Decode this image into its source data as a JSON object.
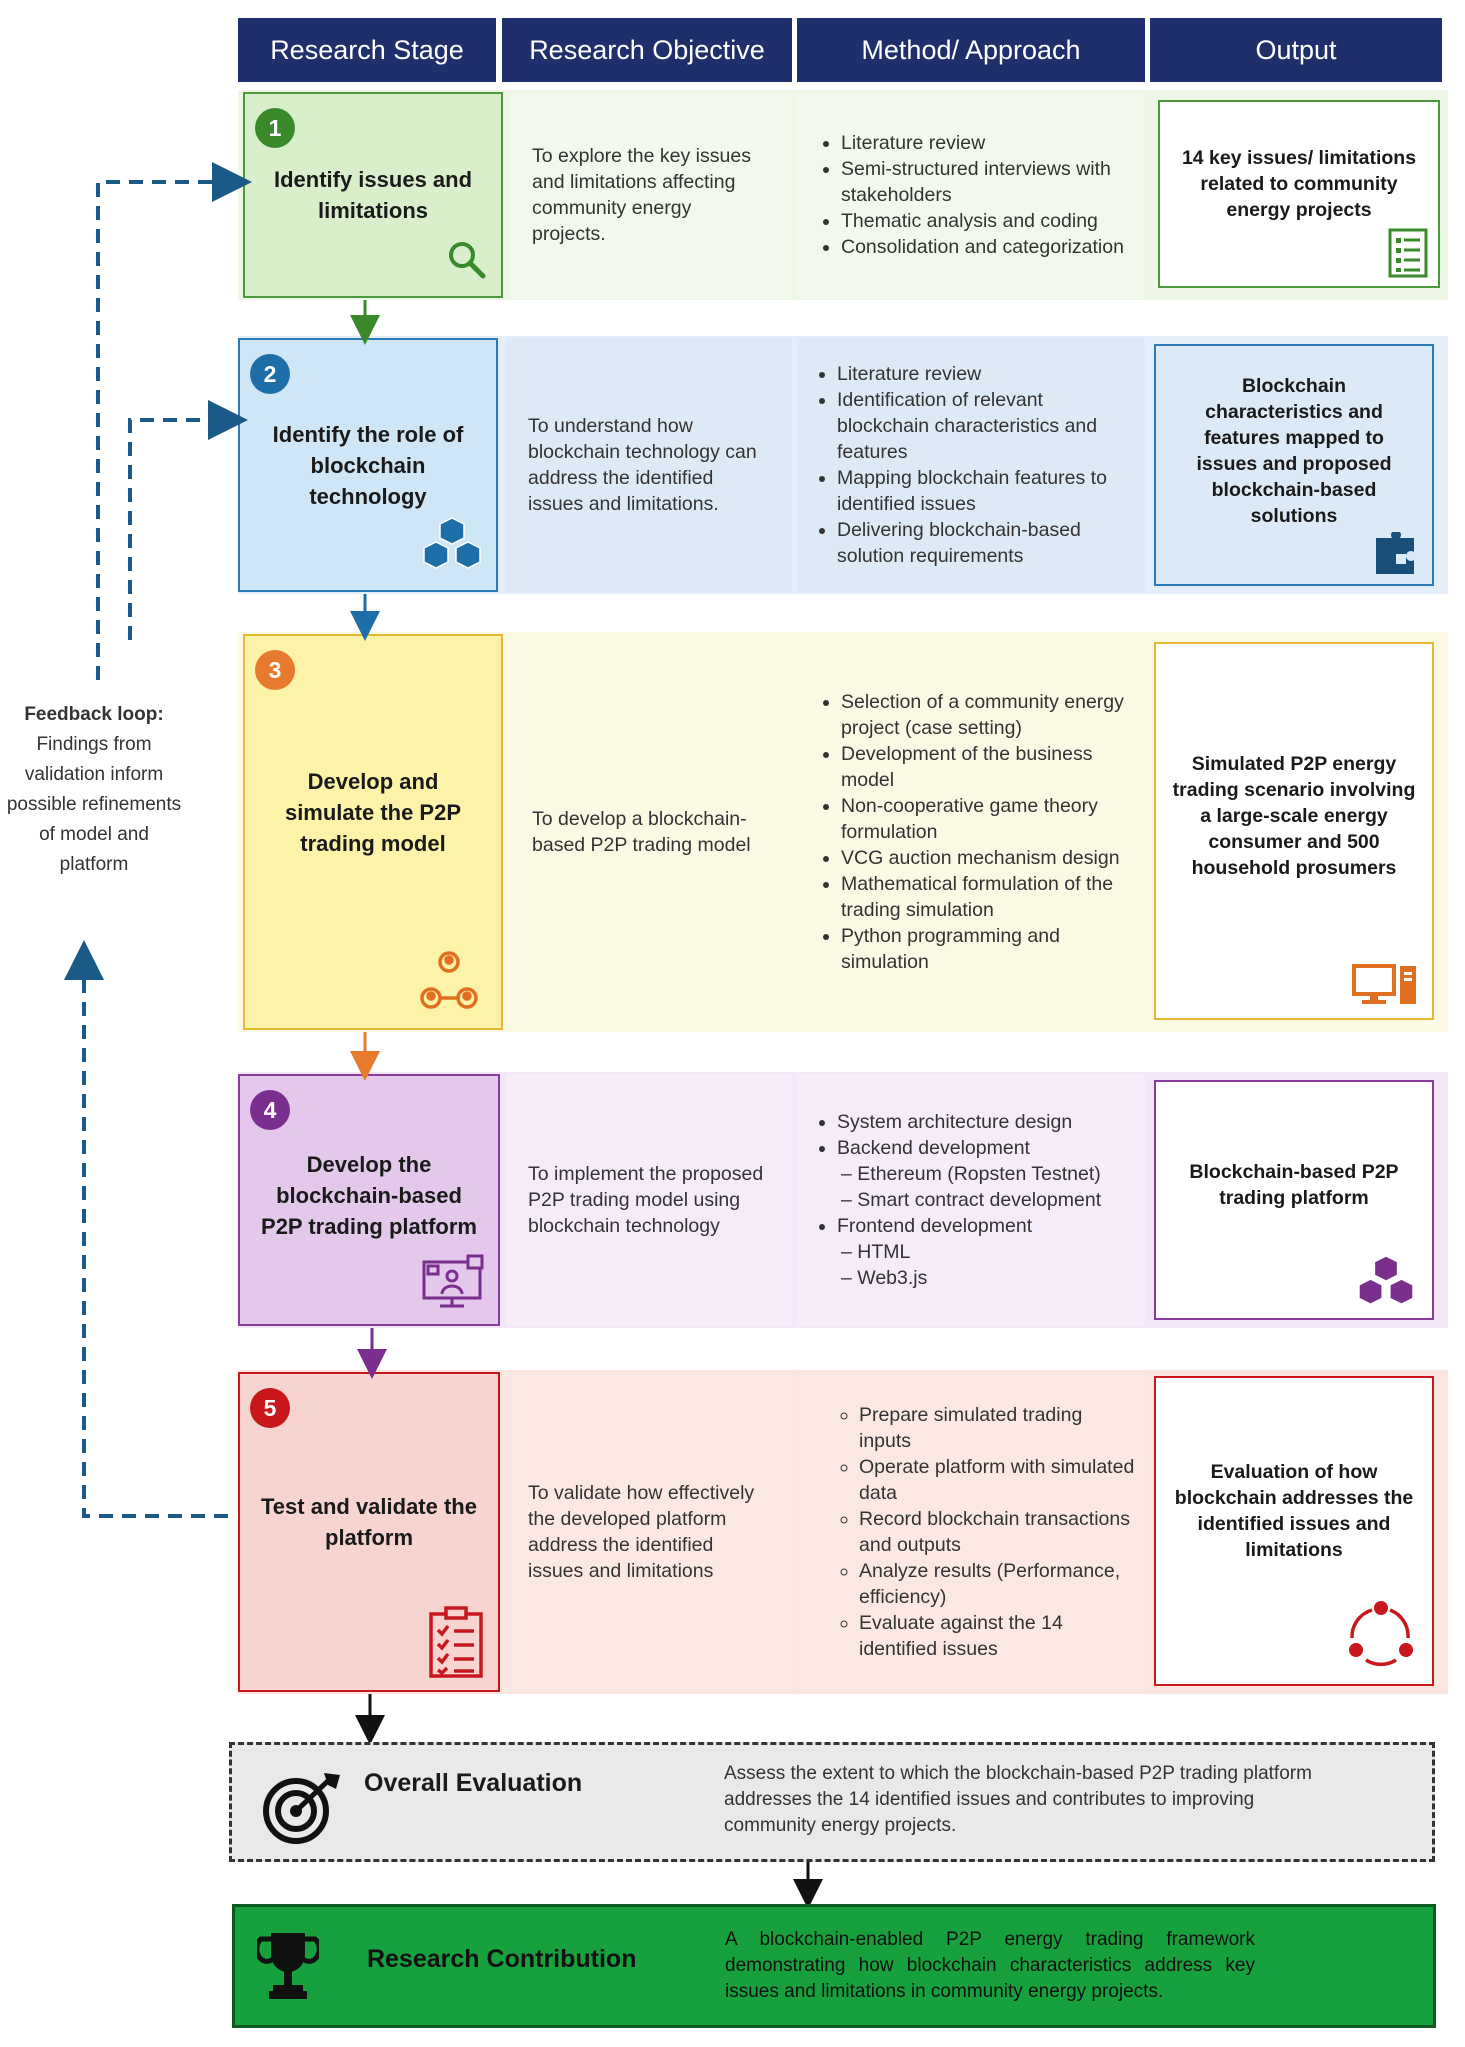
{
  "headers": [
    "Research Stage",
    "Research Objective",
    "Method/ Approach",
    "Output"
  ],
  "stages": [
    {
      "number": "1",
      "title": "Identify issues and limitations",
      "objective": "To explore the key issues and limitations affecting community energy projects.",
      "methods": [
        "Literature review",
        "Semi-structured interviews with stakeholders",
        "Thematic analysis and coding",
        "Consolidation and categorization"
      ],
      "output": "14 key issues/ limitations related to community energy projects",
      "stage_icon": "magnifier-icon",
      "output_icon": "checklist-icon",
      "color": "#3a8a2c"
    },
    {
      "number": "2",
      "title": "Identify the role of blockchain technology",
      "objective": "To understand how blockchain technology can address the identified issues and limitations.",
      "methods": [
        "Literature review",
        "Identification of relevant blockchain characteristics and features",
        "Mapping blockchain features to identified issues",
        "Delivering blockchain-based solution requirements"
      ],
      "output": "Blockchain characteristics and features mapped to issues and proposed blockchain-based solutions",
      "stage_icon": "blockchain-cubes-icon",
      "output_icon": "puzzle-icon",
      "color": "#1e6fa8"
    },
    {
      "number": "3",
      "title": "Develop and simulate the P2P trading model",
      "objective": "To develop a blockchain-based P2P trading model",
      "methods": [
        "Selection of a community energy project (case setting)",
        "Development of the business model",
        "Non-cooperative game theory formulation",
        "VCG auction mechanism design",
        "Mathematical formulation of the trading simulation",
        "Python programming and simulation"
      ],
      "output": "Simulated P2P energy trading scenario involving a large-scale energy consumer and 500 household prosumers",
      "stage_icon": "people-network-icon",
      "output_icon": "computer-icon",
      "color": "#e87a2e"
    },
    {
      "number": "4",
      "title": "Develop the blockchain-based P2P trading platform",
      "objective": "To implement the proposed P2P trading model using blockchain technology",
      "methods": [
        "System architecture design",
        "Backend development",
        "Frontend development"
      ],
      "backend_sub": [
        "Ethereum (Ropsten Testnet)",
        "Smart contract development"
      ],
      "frontend_sub": [
        "HTML",
        "Web3.js"
      ],
      "output": "Blockchain-based P2P trading platform",
      "stage_icon": "web-platform-icon",
      "output_icon": "blockchain-cubes-icon",
      "color": "#7a2f8e"
    },
    {
      "number": "5",
      "title": "Test and validate the platform",
      "objective": "To validate how effectively the developed platform address the identified issues and limitations",
      "methods": [
        "Prepare simulated trading inputs",
        "Operate platform with simulated data",
        "Record blockchain transactions and outputs",
        "Analyze results (Performance, efficiency)",
        "Evaluate against the 14 identified issues"
      ],
      "output": "Evaluation of how blockchain addresses the identified issues and limitations",
      "stage_icon": "task-list-icon",
      "output_icon": "cycle-icon",
      "color": "#c8181e"
    }
  ],
  "feedback": {
    "title": "Feedback loop:",
    "text": "Findings from validation inform possible refinements of model and platform"
  },
  "evaluation": {
    "title": "Overall Evaluation",
    "text": "Assess the extent to which the blockchain-based P2P trading platform addresses the 14 identified issues and contributes to improving community energy projects.",
    "icon": "target-icon"
  },
  "contribution": {
    "title": "Research Contribution",
    "text": "A blockchain-enabled P2P energy trading framework demonstrating how blockchain characteristics address key issues and limitations in community energy projects.",
    "icon": "trophy-icon"
  }
}
